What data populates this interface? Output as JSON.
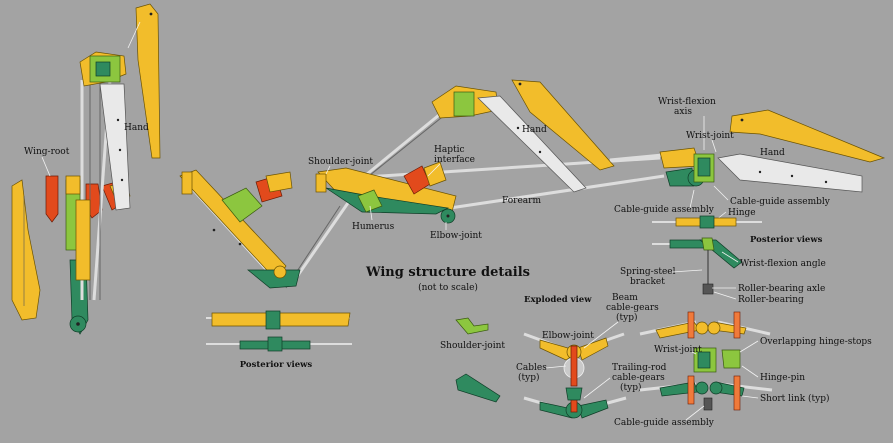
{
  "title": "Wing structure details",
  "subtitle": "(not to scale)",
  "labels": {
    "wing_root": "Wing-root",
    "hand_1": "Hand",
    "hand_2": "Hand",
    "hand_3": "Hand",
    "shoulder_joint": "Shoulder-joint",
    "haptic_interface_1": "Haptic",
    "haptic_interface_2": "interface",
    "humerus": "Humerus",
    "elbow_joint": "Elbow-joint",
    "forearm": "Forearm",
    "wrist_flexion_axis_1": "Wrist-flexion",
    "wrist_flexion_axis_2": "axis",
    "wrist_joint": "Wrist-joint",
    "cable_guide_assembly_left": "Cable-guide assembly",
    "cable_guide_assembly_right": "Cable-guide assembly",
    "hinge": "Hinge",
    "posterior_views_left": "Posterior views",
    "posterior_views_right": "Posterior views",
    "wrist_flexion_angle": "Wrist-flexion angle",
    "spring_steel_1": "Spring-steel",
    "spring_steel_2": "bracket",
    "roller_bearing_axle": "Roller-bearing axle",
    "roller_bearing": "Roller-bearing",
    "exploded_view": "Exploded view",
    "beam_1": "Beam",
    "beam_2": "cable-gears",
    "beam_3": "(typ)",
    "shoulder_joint_ex": "Shoulder-joint",
    "elbow_joint_ex": "Elbow-joint",
    "cables_1": "Cables",
    "cables_2": "(typ)",
    "trailing_1": "Trailing-rod",
    "trailing_2": "cable-gears",
    "trailing_3": "(typ)",
    "wrist_joint_ex": "Wrist-joint",
    "overlapping_hinge_stops": "Overlapping hinge-stops",
    "hinge_pin": "Hinge-pin",
    "short_link": "Short link (typ)",
    "cable_guide_assembly_bottom": "Cable-guide assembly"
  },
  "colors": {
    "background": "#a3a3a3",
    "yellow": "#f2bd2b",
    "green": "#2f8a5f",
    "light_green": "#8cc63f",
    "red": "#e24a1c",
    "white": "#e9e9e9"
  }
}
